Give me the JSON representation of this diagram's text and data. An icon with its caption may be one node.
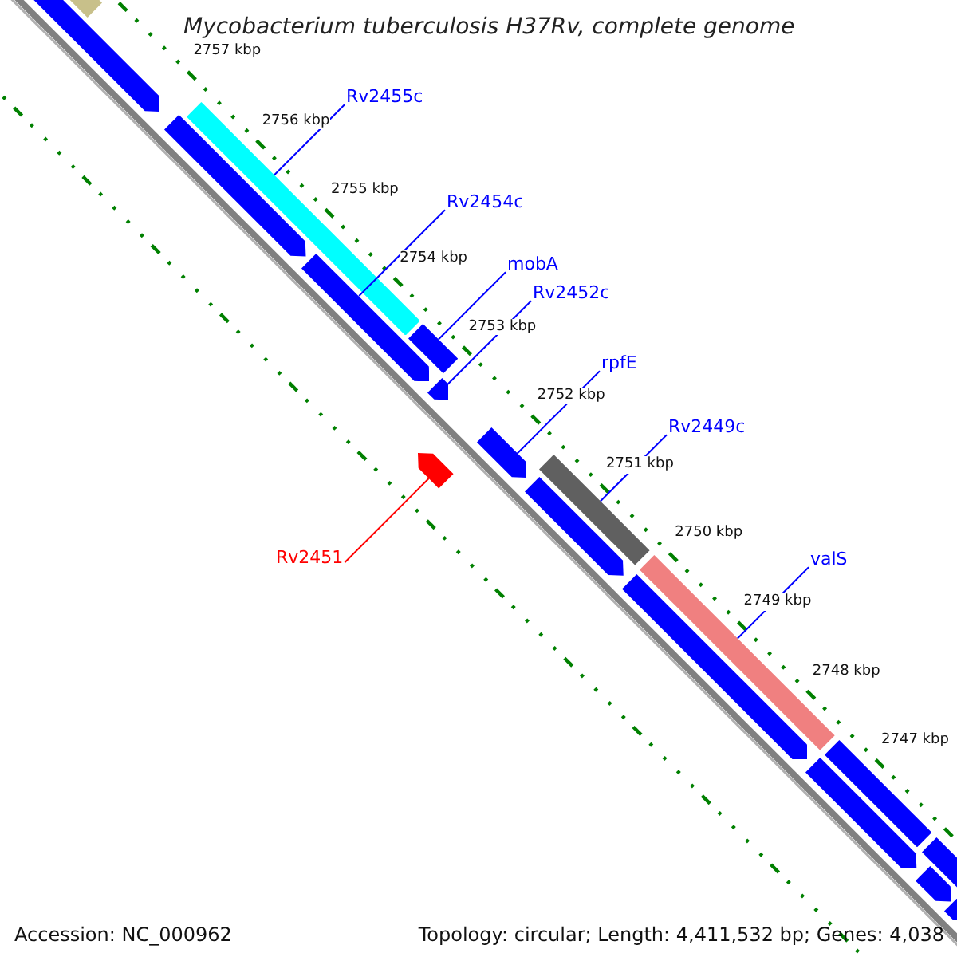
{
  "diagram": {
    "title": "Mycobacterium tuberculosis H37Rv, complete genome",
    "nodes": [
      {
        "text": [
          "Rv2455c"
        ]
      },
      {
        "text": [
          "Rv2454c"
        ]
      },
      {
        "text": [
          "mobA"
        ]
      },
      {
        "text": [
          "Rv2452c"
        ]
      },
      {
        "text": [
          "rpfE"
        ]
      },
      {
        "text": [
          "Rv2449c"
        ]
      },
      {
        "text": [
          "Rv2451"
        ]
      },
      {
        "text": [
          "valS"
        ]
      },
      {
        "text": [],
        "shape": "bar"
      },
      {
        "text": [],
        "shape": "bar"
      },
      {
        "text": [],
        "shape": "bar"
      },
      {
        "text": [],
        "shape": "bar"
      },
      {
        "text": [],
        "shape": "bar"
      },
      {
        "text": [],
        "shape": "bar"
      },
      {
        "text": [],
        "shape": "bar"
      },
      {
        "text": [],
        "shape": "bar"
      },
      {
        "text": [],
        "shape": "bar"
      },
      {
        "text": [],
        "shape": "bar"
      },
      {
        "text": [],
        "shape": "bar"
      },
      {
        "text": [],
        "shape": "bar"
      },
      {
        "text": [],
        "shape": "bar"
      },
      {
        "text": [],
        "shape": "bar"
      },
      {
        "text": [],
        "shape": "bar"
      },
      {
        "text": [],
        "shape": "bar"
      },
      {
        "text": [],
        "shape": "bar"
      },
      {
        "text": [],
        "shape": "bar"
      }
    ],
    "edges": [
      {
        "from": 0,
        "to": 11,
        "arrow": "none"
      },
      {
        "from": 1,
        "to": 12,
        "arrow": "none"
      },
      {
        "from": 2,
        "to": 13,
        "arrow": "none"
      },
      {
        "from": 3,
        "to": 14,
        "arrow": "none"
      },
      {
        "from": 4,
        "to": 16,
        "arrow": "none"
      },
      {
        "from": 5,
        "to": 17,
        "arrow": "none"
      },
      {
        "from": 6,
        "to": 15,
        "arrow": "none",
        "color": "#ff0000"
      },
      {
        "from": 7,
        "to": 19,
        "arrow": "none"
      }
    ],
    "labels": [
      "2757 kbp",
      "2756 kbp",
      "2755 kbp",
      "2754 kbp",
      "2753 kbp",
      "2752 kbp",
      "2751 kbp",
      "2750 kbp",
      "2749 kbp",
      "2748 kbp",
      "2747 kbp",
      "Accession: NC_000962",
      "Topology: circular; Length: 4,411,532 bp; Genes: 4,038"
    ]
  }
}
